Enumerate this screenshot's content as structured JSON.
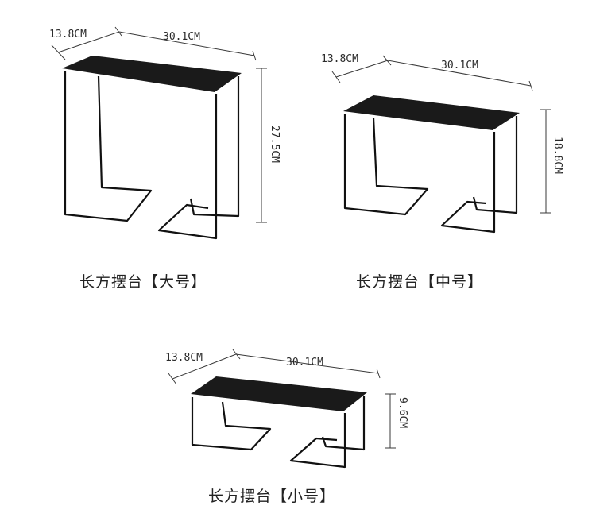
{
  "products": [
    {
      "caption": "长方摆台【大号】",
      "depth_label": "13.8CM",
      "width_label": "30.1CM",
      "height_label": "27.5CM"
    },
    {
      "caption": "长方摆台【中号】",
      "depth_label": "13.8CM",
      "width_label": "30.1CM",
      "height_label": "18.8CM"
    },
    {
      "caption": "长方摆台【小号】",
      "depth_label": "13.8CM",
      "width_label": "30.1CM",
      "height_label": "9.6CM"
    }
  ],
  "colors": {
    "background": "#ffffff",
    "metal": "#111111",
    "shelf_top": "#1a1a1a",
    "text": "#222222"
  }
}
